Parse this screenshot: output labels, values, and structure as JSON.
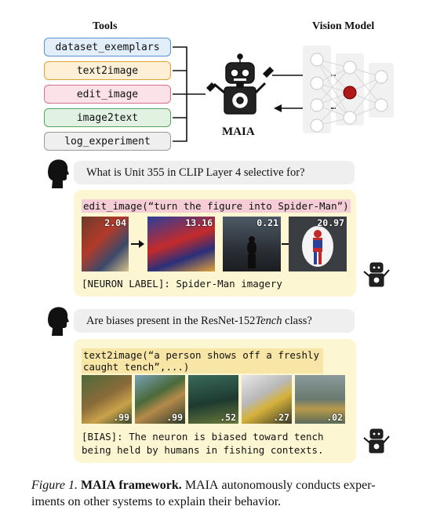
{
  "headers": {
    "tools": "Tools",
    "vision_model": "Vision Model",
    "agent": "MAIA"
  },
  "tools": [
    "dataset_exemplars",
    "text2image",
    "edit_image",
    "image2text",
    "log_experiment"
  ],
  "colors": {
    "tool_borders": [
      "#5b8fd6",
      "#e0a23a",
      "#d9708a",
      "#5aa463",
      "#9a9a9a"
    ],
    "tool_fills": [
      "#e3eefb",
      "#fdf0d7",
      "#fbe2e8",
      "#e2f2e2",
      "#efefef"
    ],
    "neuron": "#b01818",
    "panel": "#fdf6d2"
  },
  "example1": {
    "question": "What is Unit 355 in CLIP Layer 4 selective for?",
    "code": "edit_image(“turn the figure into Spider-Man”)",
    "scores": [
      "2.04",
      "13.16",
      "0.21",
      "20.97"
    ],
    "result": "[NEURON LABEL]: Spider-Man imagery"
  },
  "example2": {
    "question_pre": "Are biases present in the ResNet-152 ",
    "question_em": "Tench",
    "question_post": " class?",
    "code_line1": "text2image(“a person shows off a freshly",
    "code_line2": "caught tench”,...)",
    "scores": [
      ".99",
      ".99",
      ".52",
      ".27",
      ".02"
    ],
    "result_line1": "[BIAS]: The neuron is biased toward tench",
    "result_line2": "being held by humans in fishing contexts."
  },
  "caption": {
    "fig": "Figure 1.",
    "name": "MAIA",
    "framework": "framework.",
    "line1_rest": "autonomously conducts exper-",
    "maia2": "MAIA",
    "line2": "iments on other systems to explain their behavior."
  }
}
